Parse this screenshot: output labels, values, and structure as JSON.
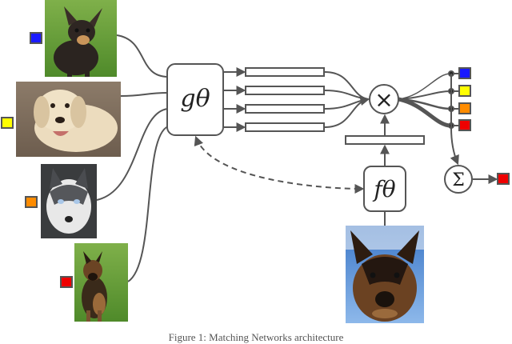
{
  "diagram": {
    "g_label": "gθ",
    "f_label": "fθ",
    "product_symbol": "×",
    "sum_symbol": "Σ",
    "support_images": [
      {
        "subject": "chihuahua",
        "label_color": "#1a1aff"
      },
      {
        "subject": "labrador",
        "label_color": "#ffff00"
      },
      {
        "subject": "husky",
        "label_color": "#ff8c00"
      },
      {
        "subject": "german-shepherd",
        "label_color": "#ee0000"
      }
    ],
    "query_image": {
      "subject": "german-shepherd"
    },
    "output_label_color": "#ee0000",
    "colors": {
      "line": "#555555",
      "box": "#555555"
    }
  },
  "caption": "Figure 1: Matching Networks architecture"
}
